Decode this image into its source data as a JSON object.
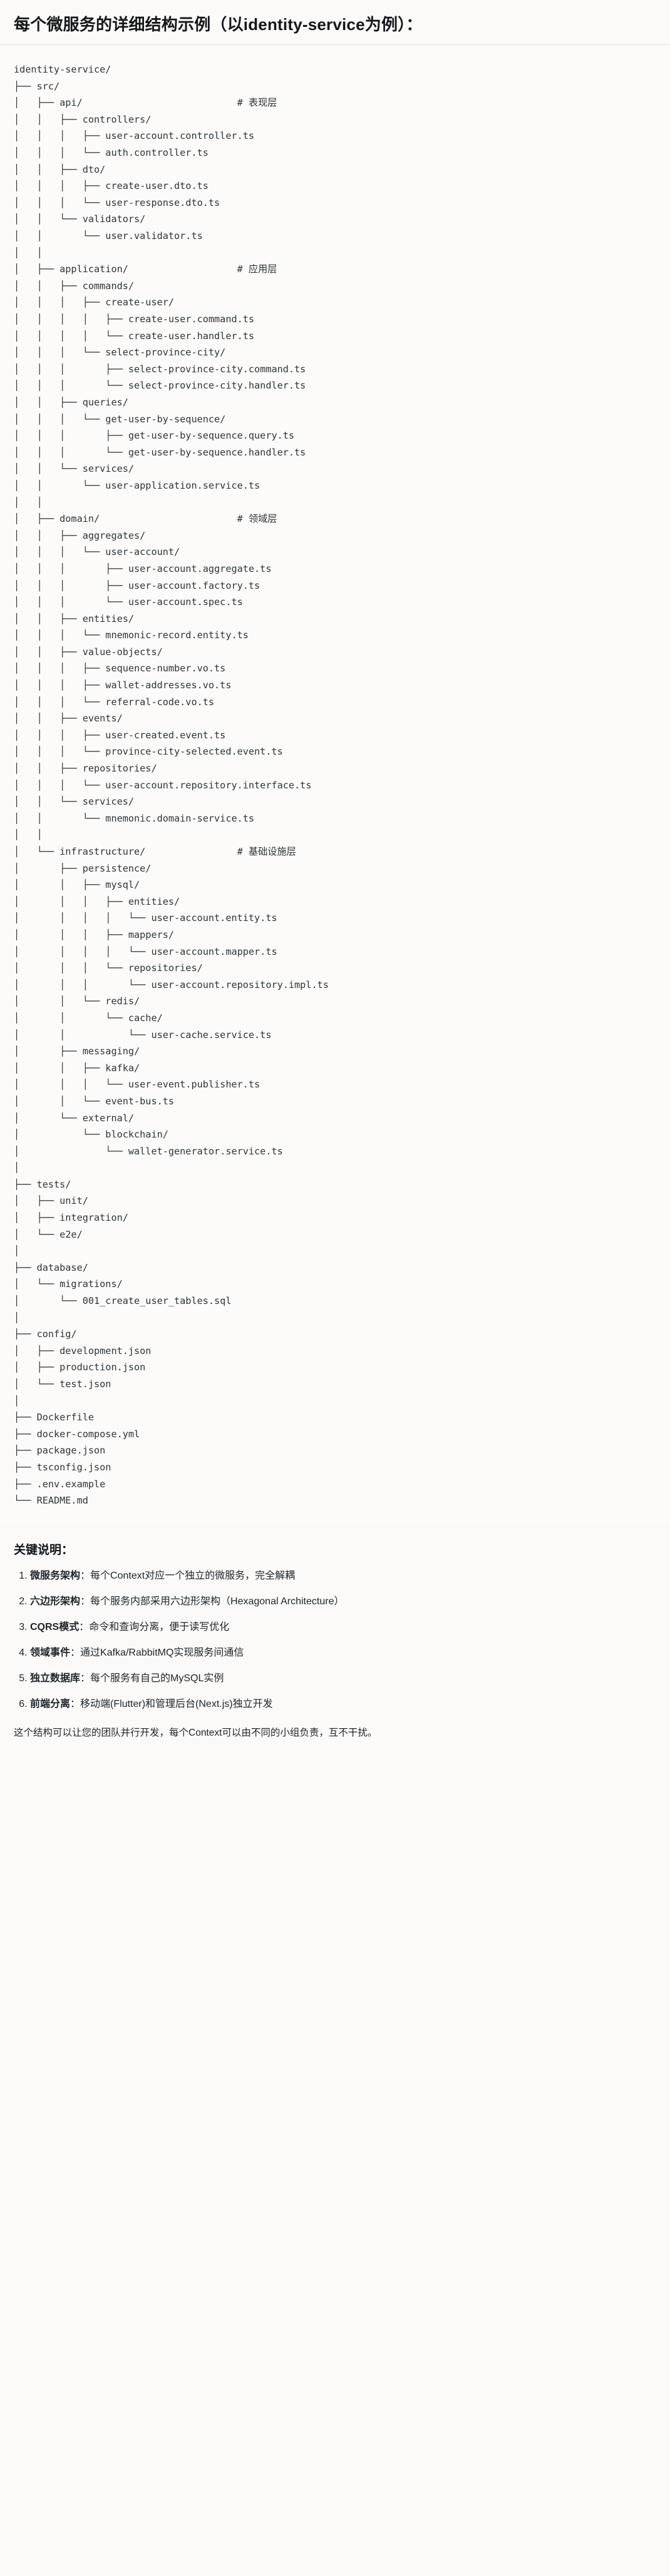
{
  "document": {
    "title": "每个微服务的详细结构示例（以identity-service为例）：",
    "code_block": {
      "language": "text",
      "root": "identity-service/",
      "lines": [
        "identity-service/",
        "├── src/",
        "│   ├── api/                           # 表现层",
        "│   │   ├── controllers/",
        "│   │   │   ├── user-account.controller.ts",
        "│   │   │   └── auth.controller.ts",
        "│   │   ├── dto/",
        "│   │   │   ├── create-user.dto.ts",
        "│   │   │   └── user-response.dto.ts",
        "│   │   └── validators/",
        "│   │       └── user.validator.ts",
        "│   │",
        "│   ├── application/                   # 应用层",
        "│   │   ├── commands/",
        "│   │   │   ├── create-user/",
        "│   │   │   │   ├── create-user.command.ts",
        "│   │   │   │   └── create-user.handler.ts",
        "│   │   │   └── select-province-city/",
        "│   │   │       ├── select-province-city.command.ts",
        "│   │   │       └── select-province-city.handler.ts",
        "│   │   ├── queries/",
        "│   │   │   └── get-user-by-sequence/",
        "│   │   │       ├── get-user-by-sequence.query.ts",
        "│   │   │       └── get-user-by-sequence.handler.ts",
        "│   │   └── services/",
        "│   │       └── user-application.service.ts",
        "│   │",
        "│   ├── domain/                        # 领域层",
        "│   │   ├── aggregates/",
        "│   │   │   └── user-account/",
        "│   │   │       ├── user-account.aggregate.ts",
        "│   │   │       ├── user-account.factory.ts",
        "│   │   │       └── user-account.spec.ts",
        "│   │   ├── entities/",
        "│   │   │   └── mnemonic-record.entity.ts",
        "│   │   ├── value-objects/",
        "│   │   │   ├── sequence-number.vo.ts",
        "│   │   │   ├── wallet-addresses.vo.ts",
        "│   │   │   └── referral-code.vo.ts",
        "│   │   ├── events/",
        "│   │   │   ├── user-created.event.ts",
        "│   │   │   └── province-city-selected.event.ts",
        "│   │   ├── repositories/",
        "│   │   │   └── user-account.repository.interface.ts",
        "│   │   └── services/",
        "│   │       └── mnemonic.domain-service.ts",
        "│   │",
        "│   └── infrastructure/                # 基础设施层",
        "│       ├── persistence/",
        "│       │   ├── mysql/",
        "│       │   │   ├── entities/",
        "│       │   │   │   └── user-account.entity.ts",
        "│       │   │   ├── mappers/",
        "│       │   │   │   └── user-account.mapper.ts",
        "│       │   │   └── repositories/",
        "│       │   │       └── user-account.repository.impl.ts",
        "│       │   └── redis/",
        "│       │       └── cache/",
        "│       │           └── user-cache.service.ts",
        "│       ├── messaging/",
        "│       │   ├── kafka/",
        "│       │   │   └── user-event.publisher.ts",
        "│       │   └── event-bus.ts",
        "│       └── external/",
        "│           └── blockchain/",
        "│               └── wallet-generator.service.ts",
        "│",
        "├── tests/",
        "│   ├── unit/",
        "│   ├── integration/",
        "│   └── e2e/",
        "│",
        "├── database/",
        "│   └── migrations/",
        "│       └── 001_create_user_tables.sql",
        "│",
        "├── config/",
        "│   ├── development.json",
        "│   ├── production.json",
        "│   └── test.json",
        "│",
        "├── Dockerfile",
        "├── docker-compose.yml",
        "├── package.json",
        "├── tsconfig.json",
        "├── .env.example",
        "└── README.md"
      ],
      "layer_comments": [
        {
          "path": "api/",
          "comment": "# 表现层"
        },
        {
          "path": "application/",
          "comment": "# 应用层"
        },
        {
          "path": "domain/",
          "comment": "# 领域层"
        },
        {
          "path": "infrastructure/",
          "comment": "# 基础设施层"
        }
      ]
    },
    "key_points": {
      "title": "关键说明：",
      "items": [
        {
          "index": "1.",
          "term": "微服务架构",
          "separator": "：",
          "desc": "每个Context对应一个独立的微服务，完全解耦"
        },
        {
          "index": "2.",
          "term": "六边形架构",
          "separator": "：",
          "desc": "每个服务内部采用六边形架构（Hexagonal Architecture）"
        },
        {
          "index": "3.",
          "term": "CQRS模式",
          "separator": "：",
          "desc": "命令和查询分离，便于读写优化"
        },
        {
          "index": "4.",
          "term": "领域事件",
          "separator": "：",
          "desc": "通过Kafka/RabbitMQ实现服务间通信"
        },
        {
          "index": "5.",
          "term": "独立数据库",
          "separator": "：",
          "desc": "每个服务有自己的MySQL实例"
        },
        {
          "index": "6.",
          "term": "前端分离",
          "separator": "：",
          "desc": "移动端(Flutter)和管理后台(Next.js)独立开发"
        }
      ],
      "closing": "这个结构可以让您的团队并行开发，每个Context可以由不同的小组负责，互不干扰。"
    },
    "colors": {
      "page_background": "#fbfaf8",
      "code_background": "#fcfbf9",
      "text": "#1f2328",
      "code_text": "#2e3338",
      "rule": "#e3e0db"
    }
  }
}
